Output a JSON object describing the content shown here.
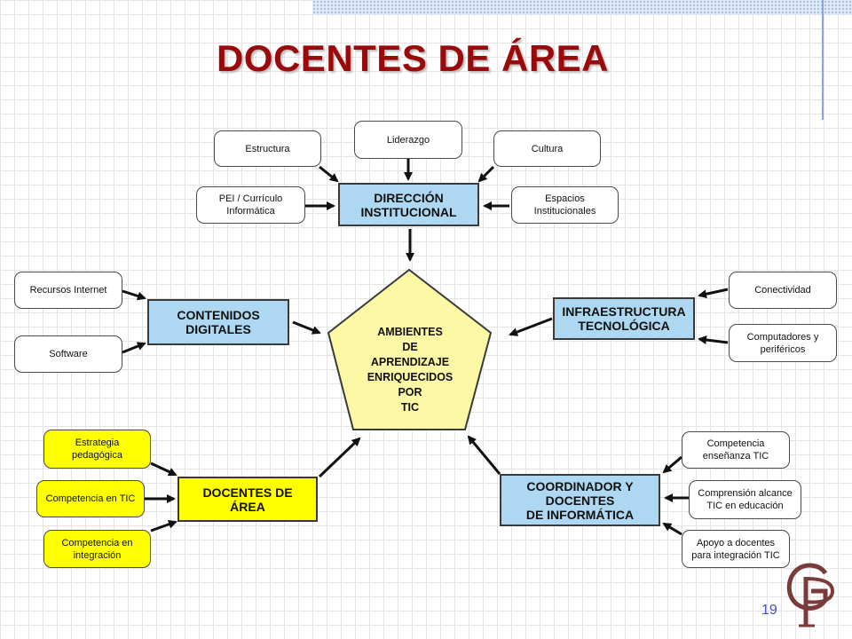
{
  "title": "DOCENTES DE ÁREA",
  "page_number": "19",
  "center": {
    "label": "AMBIENTES\nDE\nAPRENDIZAJE\nENRIQUECIDOS\nPOR\nTIC"
  },
  "direccion": {
    "label": "DIRECCIÓN\nINSTITUCIONAL",
    "inputs": {
      "liderazgo": "Liderazgo",
      "estructura": "Estructura",
      "cultura": "Cultura",
      "pei": "PEI / Currículo\nInformática",
      "espacios": "Espacios\nInstitucionales"
    }
  },
  "contenidos": {
    "label": "CONTENIDOS\nDIGITALES",
    "inputs": {
      "recursos": "Recursos Internet",
      "software": "Software"
    }
  },
  "infraestructura": {
    "label": "INFRAESTRUCTURA\nTECNOLÓGICA",
    "inputs": {
      "conectividad": "Conectividad",
      "computadores": "Computadores y\nperiféricos"
    }
  },
  "docentes": {
    "label": "DOCENTES DE\nÁREA",
    "inputs": {
      "estrategia": "Estrategia\npedagógica",
      "competencia_tic": "Competencia en TIC",
      "competencia_integracion": "Competencia en\nintegración"
    }
  },
  "coordinador": {
    "label": "COORDINADOR Y\nDOCENTES\nDE INFORMÁTICA",
    "inputs": {
      "competencia_ensenanza": "Competencia\nenseñanza TIC",
      "comprension": "Comprensión alcance\nTIC en educación",
      "apoyo": "Apoyo a docentes\npara integración TIC"
    }
  },
  "colors": {
    "title": "#9a0a0a",
    "blue_box": "#aed8f2",
    "yellow_box": "#ffff00",
    "pentagon": "#fdf8a6",
    "page_number": "#4a4fb5",
    "logo": "#7a3b3b"
  }
}
